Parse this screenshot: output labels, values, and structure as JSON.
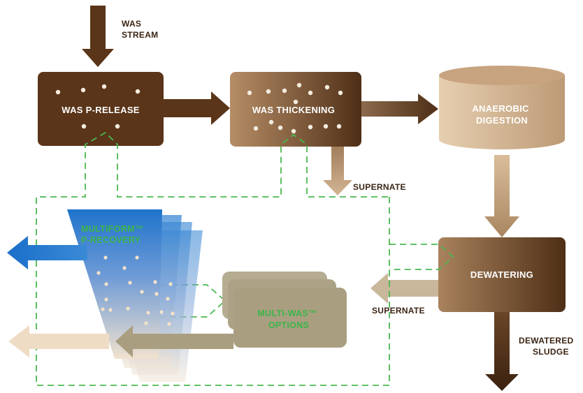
{
  "labels": {
    "was_stream": [
      "WAS",
      "STREAM"
    ],
    "was_p_release": "WAS P-RELEASE",
    "was_thickening": "WAS THICKENING",
    "anaerobic_digestion": [
      "ANAEROBIC",
      "DIGESTION"
    ],
    "supernate_top": "SUPERNATE",
    "dewatering": "DEWATERING",
    "supernate_bottom": "SUPERNATE",
    "dewatered_sludge": [
      "DEWATERED",
      "SLUDGE"
    ],
    "multiform": [
      "MULTIFORM™",
      "P-RECOVERY"
    ],
    "multi_was": [
      "MULTI-WAS™",
      "OPTIONS"
    ]
  },
  "colors": {
    "dark_brown": "#5a3519",
    "mid_brown": "#8a6444",
    "tan": "#c9a987",
    "light_tan": "#efdcc4",
    "olive_tan": "#a99f80",
    "blue": "#2d7fd0",
    "dash_green": "#49b94f",
    "label_green": "#3cb54a"
  }
}
